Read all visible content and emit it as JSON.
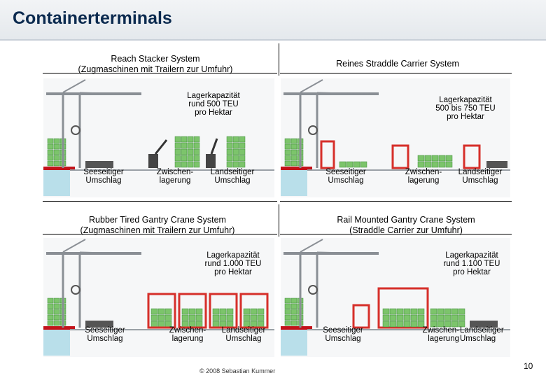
{
  "page_title": "Containerterminals",
  "systems": [
    {
      "title_line1": "Reach Stacker System",
      "title_line2": "(Zugmaschinen mit Trailern zur Umfuhr)",
      "capacity": [
        "Lagerkapazität",
        "rund 500 TEU",
        "pro Hektar"
      ],
      "labels": [
        [
          "Seeseitiger",
          "Umschlag"
        ],
        [
          "Zwischen-",
          "lagerung"
        ],
        [
          "Landseitiger",
          "Umschlag"
        ]
      ]
    },
    {
      "title_line1": "Reines Straddle Carrier System",
      "title_line2": "",
      "capacity": [
        "Lagerkapazität",
        "500 bis 750 TEU",
        "pro Hektar"
      ],
      "labels": [
        [
          "Seeseitiger",
          "Umschlag"
        ],
        [
          "Zwischen-",
          "lagerung"
        ],
        [
          "Landseitiger",
          "Umschlag"
        ]
      ]
    },
    {
      "title_line1": "Rubber Tired Gantry Crane System",
      "title_line2": "(Zugmaschinen mit Trailern zur Umfuhr)",
      "capacity": [
        "Lagerkapazität",
        "rund 1.000 TEU",
        "pro Hektar"
      ],
      "labels": [
        [
          "Seeseitiger",
          "Umschlag"
        ],
        [
          "Zwischen-",
          "lagerung"
        ],
        [
          "Landseitiger",
          "Umschlag"
        ]
      ]
    },
    {
      "title_line1": "Rail Mounted Gantry Crane System",
      "title_line2": "(Straddle Carrier zur Umfuhr)",
      "capacity": [
        "Lagerkapazität",
        "rund 1.100 TEU",
        "pro Hektar"
      ],
      "labels": [
        [
          "Seeseitiger",
          "Umschlag"
        ],
        [
          "Zwischen-",
          "lagerung"
        ],
        [
          "Landseitiger",
          "Umschlag"
        ]
      ]
    }
  ],
  "copyright": "© 2008 Sebastian Kummer",
  "page_number": "10",
  "colors": {
    "title": "#0b2a4f",
    "container": "#7cc46b",
    "crane": "#8a8f95",
    "water": "#b9dfea",
    "quay": "#c3121a",
    "carrier": "#d62f2a"
  }
}
